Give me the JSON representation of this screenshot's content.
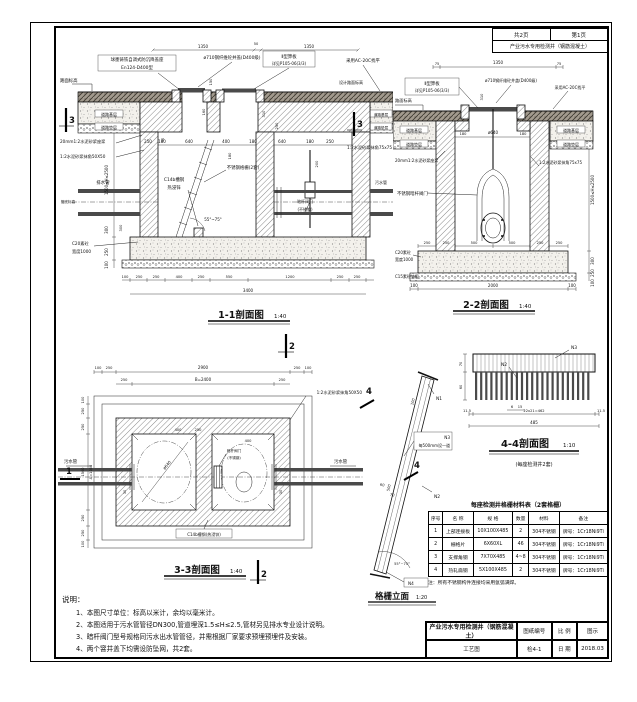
{
  "sheet": {
    "pages_total": "共2页",
    "pages_current": "第1页",
    "header_title": "产业污水专用检测井（钢筋混凝土）"
  },
  "s11": {
    "title": "1-1剖面图",
    "scale": "1:40",
    "marker3": "3",
    "dims_top": [
      "1350",
      "50",
      "1350"
    ],
    "dims_mid": [
      "250",
      "180",
      "640",
      "400",
      "180",
      "640",
      "180",
      "250"
    ],
    "dims_bottom": [
      "100",
      "250",
      "250",
      "400",
      "250",
      "550",
      "1200",
      "250",
      "250"
    ],
    "dim_total": "3400",
    "dims_vleft": [
      "1500≤H≤2500",
      "300",
      "250",
      "100"
    ],
    "dims_v": [
      "150",
      "160",
      "310",
      "250",
      "200",
      "180",
      "300",
      "30"
    ],
    "lbl": {
      "road_level": "路面标高",
      "seat1": "球墨铸铁自调式防沉降盖座",
      "seat2": "En124-D400型",
      "cover": "ø710钢纤维砼井盖(D400级)",
      "grate1": "Ⅱ型箅板",
      "grate2": "详见P105-06(3/3)",
      "ac": "采用AC-20C找平",
      "design_level": "设计路面标高",
      "base": "道路基层",
      "cushion": "道路垫层",
      "mortar": "20mm1:2水泥砂浆座浆",
      "corner50": "1:2水泥砂浆抹角50X50",
      "corner75": "1:2水泥砂浆抹角75x75",
      "channel1": "C14b槽钢",
      "channel2": "热浸锌",
      "grille": "不锈钢格栅(2套)",
      "angle": "55°~75°",
      "valve1": "暗杆阀门",
      "valve2": "(不锈钢)",
      "pipe_level": "管底标高",
      "drain": "排水管",
      "sewage": "污水管",
      "c20a": "C20素砼",
      "c20b": "宽度1000"
    }
  },
  "s22": {
    "title": "2-2剖面图",
    "scale": "1:40",
    "dims_top": [
      "75",
      "1350",
      "75"
    ],
    "dims_mid": [
      "310",
      "180",
      "ø640",
      "180"
    ],
    "dims_slab": [
      "250",
      "250",
      "500",
      "500",
      "250",
      "250"
    ],
    "dims_bottom": [
      "100",
      "2000",
      "100"
    ],
    "dims_vright": [
      "1500≤H≤2500",
      "300",
      "250",
      "100"
    ],
    "lbl": {
      "grate1": "Ⅱ型箅板",
      "grate2": "详见P105-06(3/3)",
      "cover": "ø710钢纤维砼井盖(D400级)",
      "ac": "采用AC-20C找平",
      "road_level": "路面标高",
      "base": "道路基层",
      "cushion": "道路垫层",
      "mortar": "20mm1:2水泥砂浆座浆",
      "corner75": "1:2水泥砂浆抹角75x75",
      "valve": "不锈钢暗杆阀门",
      "c20a": "C20素砼",
      "c20b": "宽度1000",
      "c15": "C15素砼垫层"
    }
  },
  "s33": {
    "title": "3-3剖面图",
    "scale": "1:40",
    "marker1": "1",
    "marker2": "2",
    "dims_top1": [
      "100",
      "250",
      "2900",
      "250",
      "100"
    ],
    "dims_top2": [
      "250",
      "B=2400",
      "250"
    ],
    "dims_left": [
      "100",
      "250",
      "250",
      "1500",
      "250",
      "250",
      "100"
    ],
    "a_dim": "A=1000",
    "dims_inner": [
      "400",
      "250",
      "ø640",
      "400",
      "30",
      "30"
    ],
    "lbl": {
      "sewage_l": "污水管",
      "sewage_r": "污水管",
      "valve1": "暗杆阀门",
      "valve2": "(不锈钢)",
      "corner50": "1:2水泥砂浆抹角50X50",
      "channel": "C14b槽钢(热浸锌)"
    }
  },
  "grille": {
    "title": "格栅立面",
    "scale": "1:20",
    "marker4": "4",
    "lbl": {
      "n1": "N1",
      "n2": "N2",
      "n3": "N3",
      "n3_note": "每500mm设一道",
      "n4": "N4",
      "angle": "55°~75°"
    },
    "dims": [
      "100",
      "500",
      "60",
      "70"
    ]
  },
  "s44": {
    "title": "4-4剖面图",
    "scale": "1:10",
    "subtitle": "(每座检测井2套)",
    "lbl": {
      "n3": "N3",
      "n2": "N2"
    },
    "dims": [
      "70",
      "60",
      "11.5",
      "22x21=462",
      "11.5",
      "485",
      "6",
      "15"
    ]
  },
  "table": {
    "caption": "每座检测井格栅材料表（2套格栅）",
    "headers": [
      "序号",
      "名 称",
      "规 格",
      "数量",
      "材料",
      "备注"
    ],
    "rows": [
      [
        "1",
        "上部连接板",
        "10X100X485",
        "2",
        "304不锈钢",
        "牌号：1Cr18Ni9Ti"
      ],
      [
        "2",
        "栅格片",
        "6X60XL",
        "46",
        "304不锈钢",
        "牌号：1Cr18Ni9Ti"
      ],
      [
        "3",
        "支撑角钢",
        "7X70X485",
        "4~8",
        "304不锈钢",
        "牌号：1Cr18Ni9Ti"
      ],
      [
        "4",
        "热轧扁钢",
        "5X100X485",
        "2",
        "304不锈钢",
        "牌号：1Cr18Ni9Ti"
      ]
    ],
    "note": "注：所有不锈钢构件连接均采用氩弧满焊。"
  },
  "notes": {
    "heading": "说明：",
    "items": [
      "1、本图尺寸单位：标高以米计，余均以毫米计。",
      "2、本图适用于污水管管径DN300,管道埋深1.5≤H≤2.5,管材另见排水专业设计说明。",
      "3、暗杆阀门型号规格同污水出水管管径，并需根据厂家要求预埋预埋件及安装。",
      "4、两个窨井盖下均需设防坠网，共2套。"
    ]
  },
  "titleblock": {
    "r1c1": "产业污水专用检测井（钢筋混凝土）",
    "r1c2": "图纸编号",
    "r1c3": "比 例",
    "r1c4": "图示",
    "r2c1": "工艺图",
    "r2c2": "检4-1",
    "r2c3": "日 期",
    "r2c4": "2018.03"
  }
}
